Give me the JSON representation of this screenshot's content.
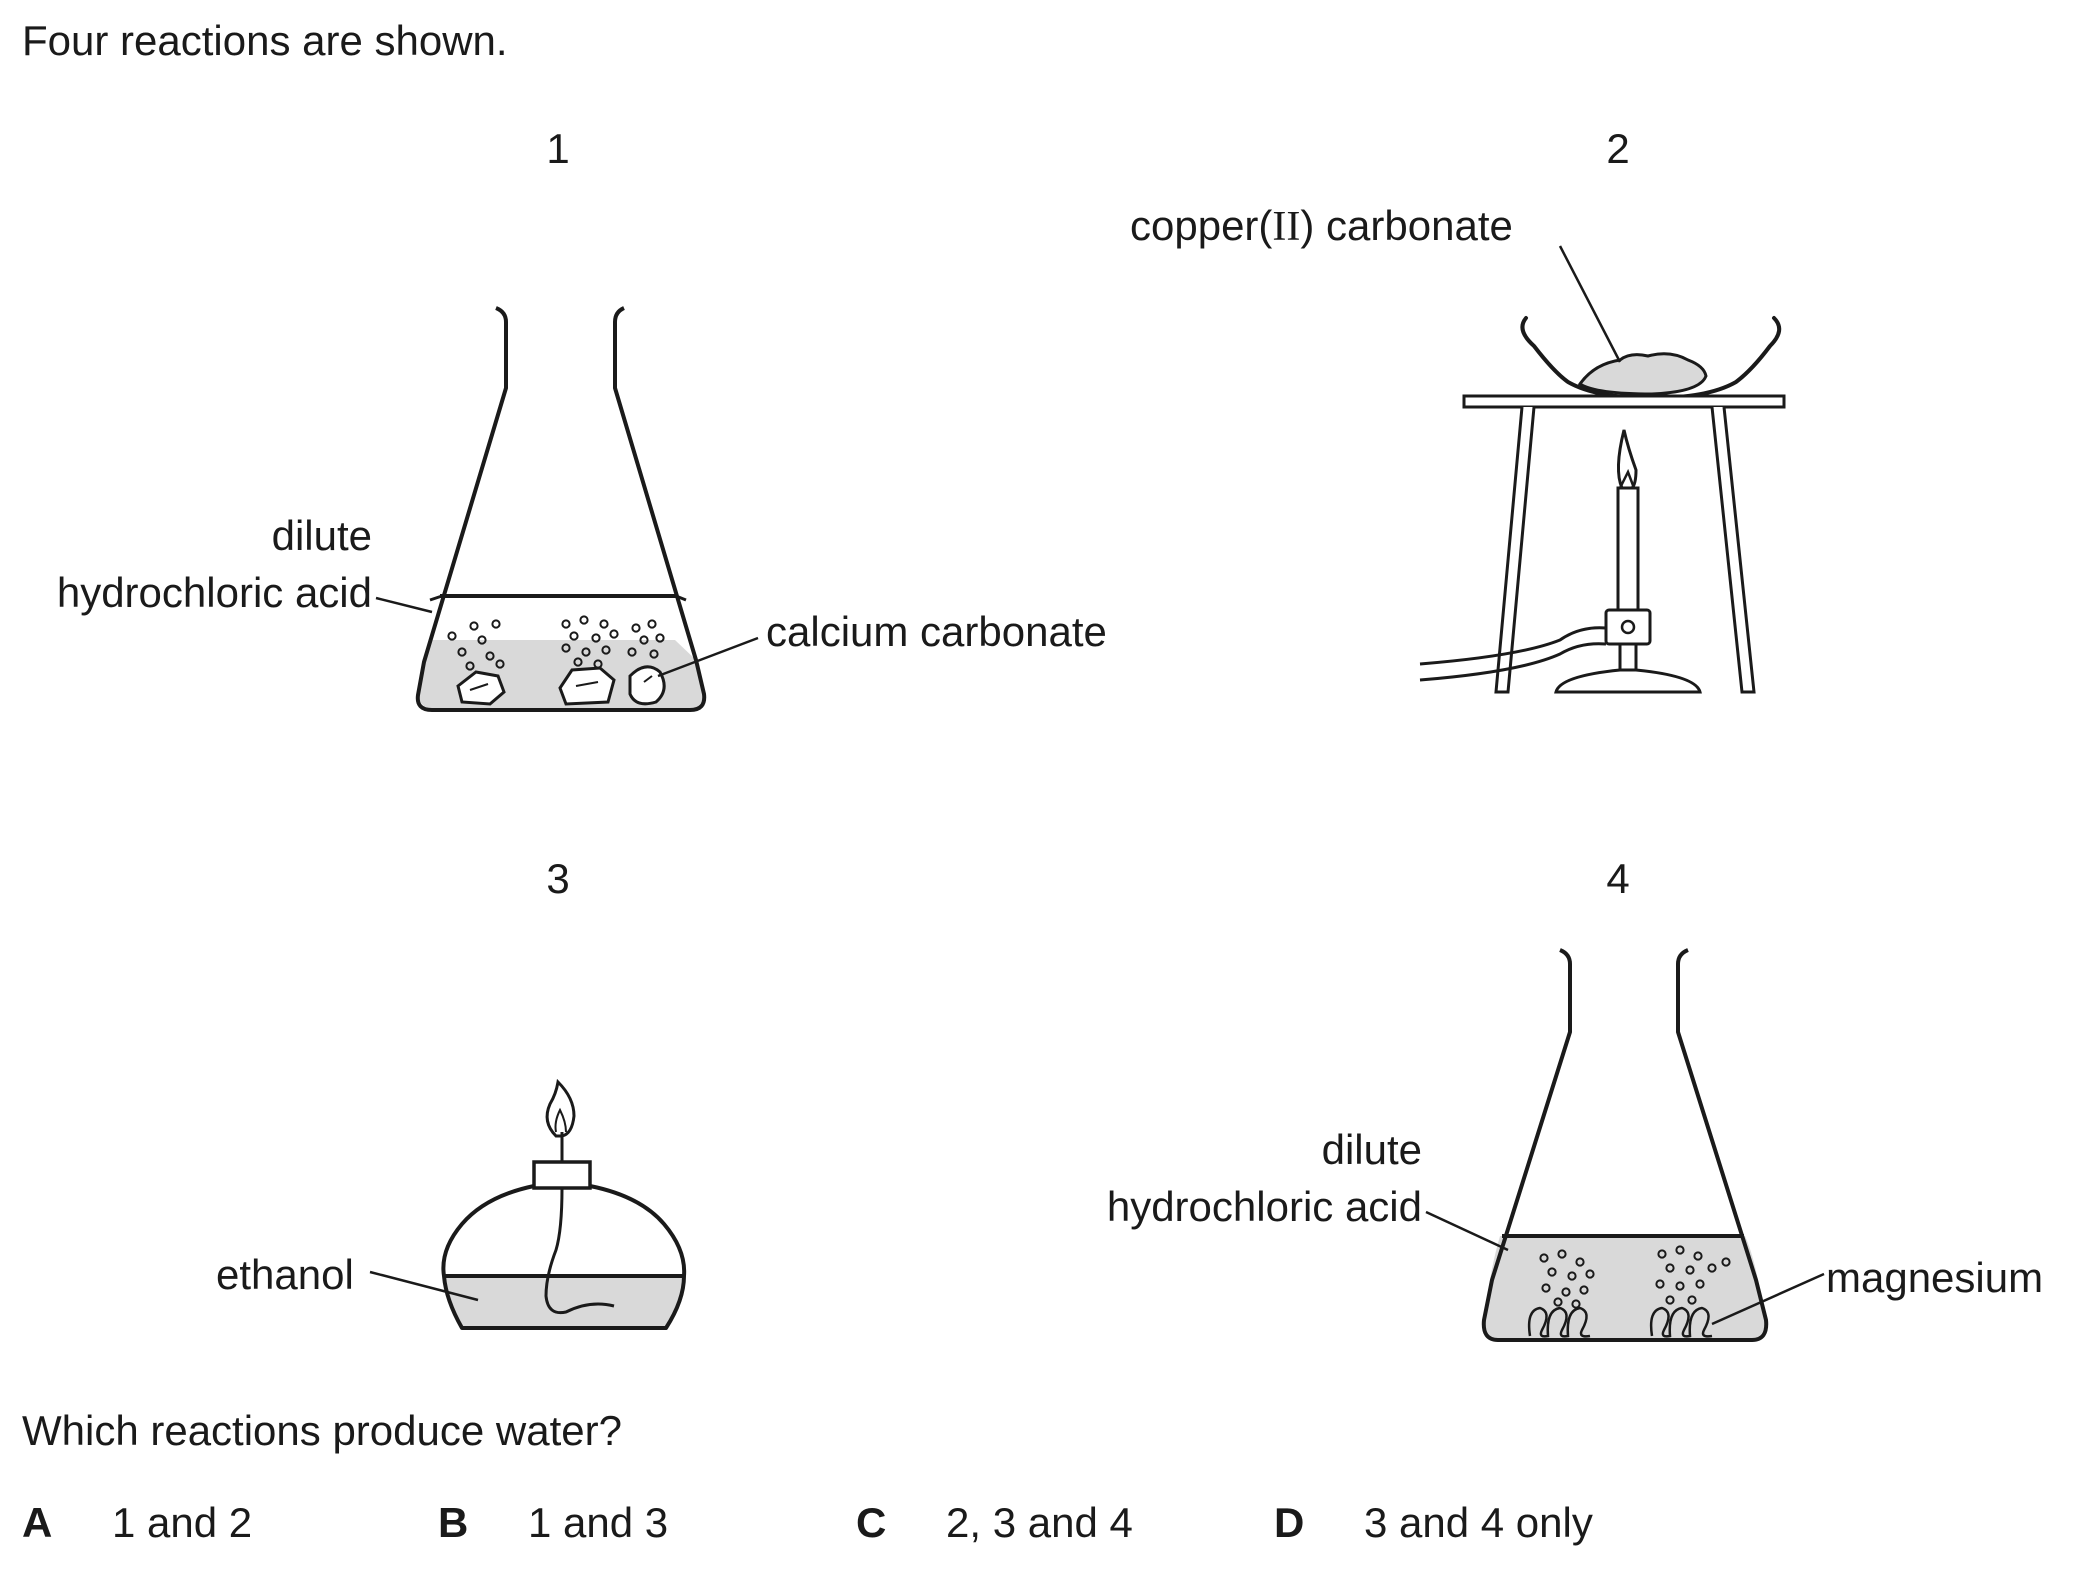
{
  "intro": "Four reactions are shown.",
  "figures": [
    {
      "number": "1",
      "labels": {
        "acid_line1": "dilute",
        "acid_line2": "hydrochloric acid",
        "solid": "calcium carbonate"
      }
    },
    {
      "number": "2",
      "labels": {
        "solid_pre": "copper(",
        "solid_roman": "II",
        "solid_post": ") carbonate"
      }
    },
    {
      "number": "3",
      "labels": {
        "liquid": "ethanol"
      }
    },
    {
      "number": "4",
      "labels": {
        "acid_line1": "dilute",
        "acid_line2": "hydrochloric acid",
        "solid": "magnesium"
      }
    }
  ],
  "question": "Which reactions produce water?",
  "options": [
    {
      "letter": "A",
      "text": "1 and 2"
    },
    {
      "letter": "B",
      "text": "1 and 3"
    },
    {
      "letter": "C",
      "text": "2, 3 and 4"
    },
    {
      "letter": "D",
      "text": "3 and 4 only"
    }
  ]
}
